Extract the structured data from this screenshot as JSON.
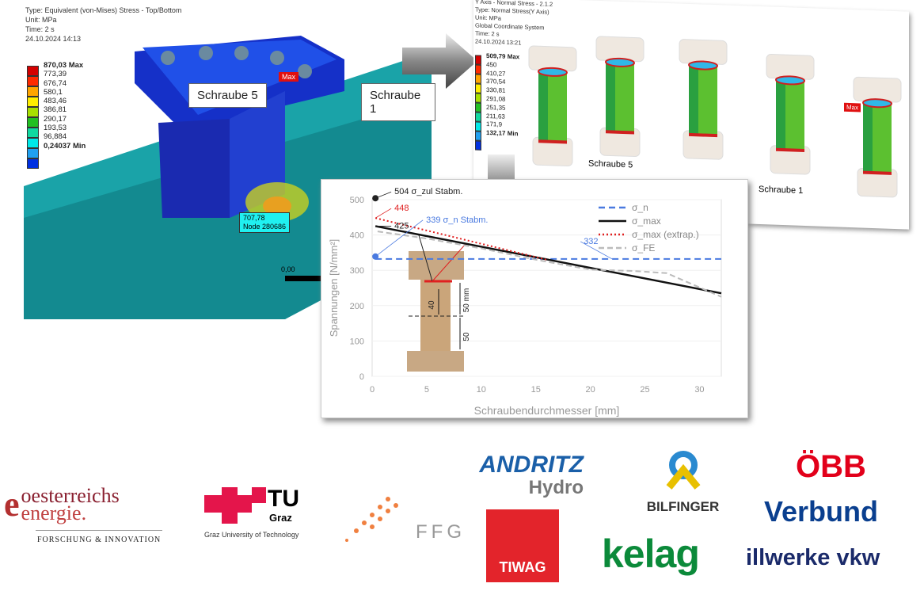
{
  "fe_left": {
    "header": [
      "Type: Equivalent (von-Mises) Stress - Top/Bottom",
      "Unit: MPa",
      "Time: 2 s",
      "24.10.2024 14:13"
    ],
    "legend": [
      "870,03 Max",
      "773,39",
      "676,74",
      "580,1",
      "483,46",
      "386,81",
      "290,17",
      "193,53",
      "96,884",
      "0,24037 Min"
    ],
    "legend_colors": [
      "#d40000",
      "#ff2a00",
      "#ffa500",
      "#ffee00",
      "#a8e000",
      "#22c022",
      "#10d8a0",
      "#00e8e8",
      "#20a0f0",
      "#0030e0"
    ],
    "callouts": {
      "screw5": "Schraube 5",
      "screw1": "Schraube 1",
      "max": "Max",
      "node": "707,78",
      "node_id": "Node 280686",
      "scale": "0,00"
    }
  },
  "fe_right": {
    "header": [
      "Y Axis - Normal Stress - 2.1.2",
      "Type: Normal Stress(Y Axis)",
      "Unit: MPa",
      "Global Coordinate System",
      "Time: 2 s",
      "24.10.2024 13:21"
    ],
    "legend": [
      "509,79 Max",
      "450",
      "410,27",
      "370,54",
      "330,81",
      "291,08",
      "251,35",
      "211,63",
      "171,9",
      "132,17 Min"
    ],
    "callouts": {
      "screw5": "Schraube 5",
      "screw1": "Schraube 1",
      "max": "Max"
    }
  },
  "chart_data": {
    "type": "line",
    "xlabel": "Schraubendurchmesser [mm]",
    "ylabel": "Spannungen [N/mm²]",
    "xlim": [
      0,
      32
    ],
    "ylim": [
      0,
      500
    ],
    "xticks": [
      "0",
      "5",
      "10",
      "15",
      "20",
      "25",
      "30"
    ],
    "yticks": [
      "0",
      "100",
      "200",
      "300",
      "400",
      "500"
    ],
    "series": [
      {
        "name": "σ_n",
        "color": "#4a7ae0",
        "dash": "8,5",
        "x": [
          0.3,
          32
        ],
        "y": [
          332,
          332
        ]
      },
      {
        "name": "σ_max",
        "color": "#111111",
        "dash": "",
        "x": [
          0.3,
          32
        ],
        "y": [
          425,
          235
        ]
      },
      {
        "name": "σ_max (extrap.)",
        "color": "#e02020",
        "dash": "2,3",
        "x": [
          0.3,
          16
        ],
        "y": [
          448,
          330
        ]
      },
      {
        "name": "σ_FE",
        "color": "#bbbbbb",
        "dash": "7,4",
        "x": [
          0.5,
          5,
          10,
          15,
          20,
          24,
          27,
          29,
          32
        ],
        "y": [
          410,
          390,
          362,
          330,
          302,
          298,
          292,
          265,
          225
        ]
      }
    ],
    "annotations": [
      {
        "text": "504 σ_zul Stabm.",
        "x": 0.3,
        "y": 504,
        "color": "#222222"
      },
      {
        "text": "448",
        "x": 0.3,
        "y": 448,
        "color": "#e02020"
      },
      {
        "text": "425",
        "x": 0.3,
        "y": 425,
        "color": "#222222"
      },
      {
        "text": "339 σ_n Stabm.",
        "x": 0.3,
        "y": 339,
        "color": "#4a7ae0"
      },
      {
        "text": "332",
        "x": 22,
        "y": 332,
        "color": "#4a7ae0"
      }
    ],
    "dims": [
      "40",
      "50 mm",
      "50"
    ]
  },
  "logos": {
    "oe_line1": "oesterreichs",
    "oe_line2": "energie.",
    "oe_sub": "FORSCHUNG & INNOVATION",
    "tu": "TU",
    "tu_graz": "Graz",
    "tu_sub": "Graz University of Technology",
    "ffg": "FFG",
    "andritz": "ANDRITZ",
    "hydro": "Hydro",
    "tiwag": "TIWAG",
    "bilfinger": "BILFINGER",
    "kelag": "kelag",
    "obb": "ÖBB",
    "verbund": "Verbund",
    "illwerke": "illwerke vkw"
  }
}
